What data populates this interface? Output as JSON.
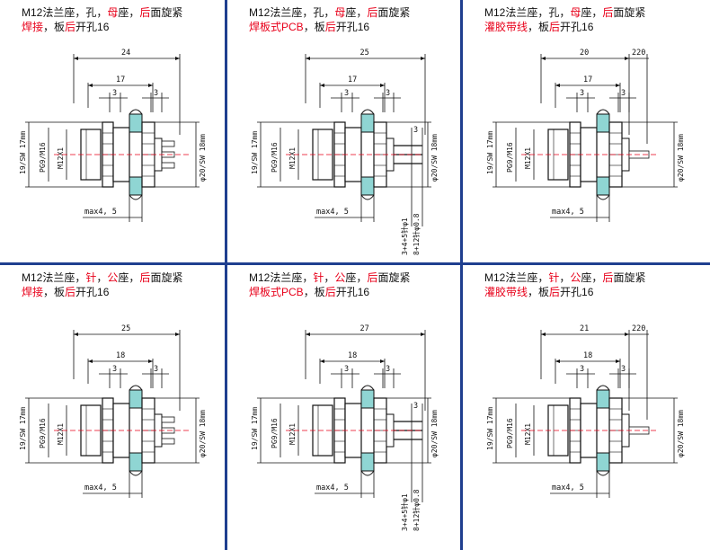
{
  "panels": [
    {
      "title_line1": [
        {
          "t": "M12法兰座，孔，",
          "red": false
        },
        {
          "t": "母",
          "red": true
        },
        {
          "t": "座，",
          "red": false
        },
        {
          "t": "后",
          "red": true
        },
        {
          "t": "面旋紧",
          "red": false
        }
      ],
      "title_line2": [
        {
          "t": "焊接",
          "red": true
        },
        {
          "t": "，板",
          "red": false
        },
        {
          "t": "后",
          "red": true
        },
        {
          "t": "开孔16",
          "red": false
        }
      ],
      "dims": {
        "overall": "24",
        "body": "17",
        "nut": "3",
        "nut2": "3",
        "tail": "",
        "max": "max4, 5",
        "left_outer": "19/SW 17mm",
        "left_inner": "PG9/M16",
        "inner": "M12X1",
        "right": "φ20/SW 18mm",
        "pin": "",
        "pin2": "",
        "pin3": ""
      }
    },
    {
      "title_line1": [
        {
          "t": "M12法兰座，孔，",
          "red": false
        },
        {
          "t": "母",
          "red": true
        },
        {
          "t": "座，",
          "red": false
        },
        {
          "t": "后",
          "red": true
        },
        {
          "t": "面旋紧",
          "red": false
        }
      ],
      "title_line2": [
        {
          "t": "焊板式PCB",
          "red": true
        },
        {
          "t": "，板",
          "red": false
        },
        {
          "t": "后",
          "red": true
        },
        {
          "t": "开孔16",
          "red": false
        }
      ],
      "dims": {
        "overall": "25",
        "body": "17",
        "nut": "3",
        "nut2": "3",
        "tail": "",
        "max": "max4, 5",
        "left_outer": "19/SW 17mm",
        "left_inner": "PG9/M16",
        "inner": "M12X1",
        "right": "φ20/SW 18mm",
        "pin": "3",
        "pin2": "3+4+5针φ1",
        "pin3": "8+12针φ0.8"
      }
    },
    {
      "title_line1": [
        {
          "t": "M12法兰座，孔，",
          "red": false
        },
        {
          "t": "母",
          "red": true
        },
        {
          "t": "座，",
          "red": false
        },
        {
          "t": "后",
          "red": true
        },
        {
          "t": "面旋紧",
          "red": false
        }
      ],
      "title_line2": [
        {
          "t": "灌胶带线",
          "red": true
        },
        {
          "t": "，板",
          "red": false
        },
        {
          "t": "后",
          "red": true
        },
        {
          "t": "开孔16",
          "red": false
        }
      ],
      "dims": {
        "overall": "20",
        "body": "17",
        "nut": "3",
        "nut2": "3",
        "tail": "220",
        "max": "max4, 5",
        "left_outer": "19/SW 17mm",
        "left_inner": "PG9/M16",
        "inner": "M12X1",
        "right": "φ20/SW 18mm",
        "pin": "",
        "pin2": "",
        "pin3": ""
      }
    },
    {
      "title_line1": [
        {
          "t": "M12法兰座，",
          "red": false
        },
        {
          "t": "针",
          "red": true
        },
        {
          "t": "，",
          "red": false
        },
        {
          "t": "公",
          "red": true
        },
        {
          "t": "座，",
          "red": false
        },
        {
          "t": "后",
          "red": true
        },
        {
          "t": "面旋紧",
          "red": false
        }
      ],
      "title_line2": [
        {
          "t": "焊接",
          "red": true
        },
        {
          "t": "，板",
          "red": false
        },
        {
          "t": "后",
          "red": true
        },
        {
          "t": "开孔16",
          "red": false
        }
      ],
      "dims": {
        "overall": "25",
        "body": "18",
        "nut": "3",
        "nut2": "3",
        "tail": "",
        "max": "max4, 5",
        "left_outer": "19/SW 17mm",
        "left_inner": "PG9/M16",
        "inner": "M12X1",
        "right": "φ20/SW 18mm",
        "pin": "",
        "pin2": "",
        "pin3": ""
      }
    },
    {
      "title_line1": [
        {
          "t": "M12法兰座，",
          "red": false
        },
        {
          "t": "针",
          "red": true
        },
        {
          "t": "，",
          "red": false
        },
        {
          "t": "公",
          "red": true
        },
        {
          "t": "座，",
          "red": false
        },
        {
          "t": "后",
          "red": true
        },
        {
          "t": "面旋紧",
          "red": false
        }
      ],
      "title_line2": [
        {
          "t": "焊板式PCB",
          "red": true
        },
        {
          "t": "，板",
          "red": false
        },
        {
          "t": "后",
          "red": true
        },
        {
          "t": "开孔16",
          "red": false
        }
      ],
      "dims": {
        "overall": "27",
        "body": "18",
        "nut": "3",
        "nut2": "3",
        "tail": "",
        "max": "max4, 5",
        "left_outer": "19/SW 17mm",
        "left_inner": "PG9/M16",
        "inner": "M12X1",
        "right": "φ20/SW 18mm",
        "pin": "3",
        "pin2": "3+4+5针φ1",
        "pin3": "8+12针φ0.8"
      }
    },
    {
      "title_line1": [
        {
          "t": "M12法兰座，",
          "red": false
        },
        {
          "t": "针",
          "red": true
        },
        {
          "t": "，",
          "red": false
        },
        {
          "t": "公",
          "red": true
        },
        {
          "t": "座，",
          "red": false
        },
        {
          "t": "后",
          "red": true
        },
        {
          "t": "面旋紧",
          "red": false
        }
      ],
      "title_line2": [
        {
          "t": "灌胶带线",
          "red": true
        },
        {
          "t": "，板",
          "red": false
        },
        {
          "t": "后",
          "red": true
        },
        {
          "t": "开孔16",
          "red": false
        }
      ],
      "dims": {
        "overall": "21",
        "body": "18",
        "nut": "3",
        "nut2": "3",
        "tail": "220",
        "max": "max4, 5",
        "left_outer": "19/SW 17mm",
        "left_inner": "PG9/M16",
        "inner": "M12X1",
        "right": "φ20/SW 18mm",
        "pin": "",
        "pin2": "",
        "pin3": ""
      }
    }
  ],
  "colors": {
    "grid": "#1f3f8f",
    "panel_fill": "#8fd5d3",
    "hatch": "#2a6f8f",
    "center_line": "#e8001a",
    "accent_red": "#e8001a"
  }
}
